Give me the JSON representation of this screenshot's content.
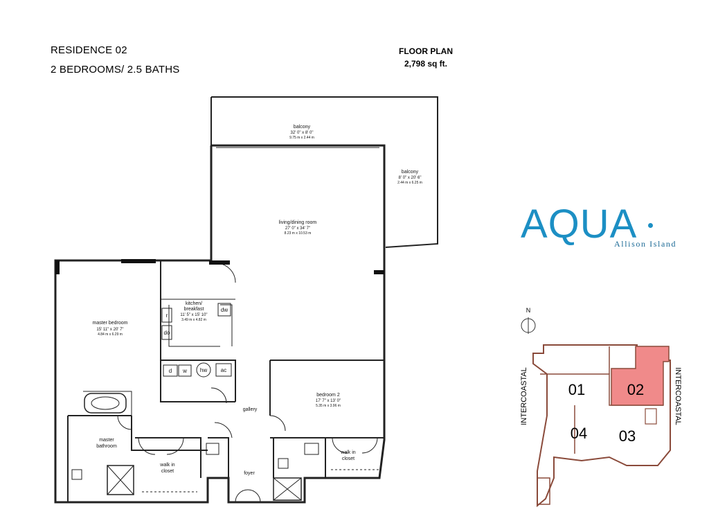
{
  "header": {
    "residence": "RESIDENCE 02",
    "bedrooms": "2 BEDROOMS/ 2.5 BATHS",
    "floor_plan": "FLOOR PLAN",
    "sqft": "2,798 sq ft."
  },
  "rooms": {
    "balcony_top": {
      "name": "balcony",
      "dim": "32' 0\" x 8' 0\"",
      "metric": "9.75 m x 2.44 m"
    },
    "balcony_right": {
      "name": "balcony",
      "dim": "8' 0\" x 20' 6\"",
      "metric": "2.44 m x 6.25 m"
    },
    "living": {
      "name": "living/dining room",
      "dim": "27' 0\" x 34' 7\"",
      "metric": "8.23 m x 10.53 m"
    },
    "kitchen": {
      "name1": "kitchen/",
      "name2": "breakfast",
      "dim": "11' 5\" x 15' 10\"",
      "metric": "3.49 m x 4.82 m"
    },
    "master_bedroom": {
      "name": "master bedroom",
      "dim": "15' 11\" x 20' 7\"",
      "metric": "4.84 m x 6.29 m"
    },
    "bedroom2": {
      "name": "bedroom 2",
      "dim": "17' 7\" x 13' 0\"",
      "metric": "5.35 m x 3.96 m"
    },
    "master_bath": {
      "name1": "master",
      "name2": "bathroom"
    },
    "walk_in_left": {
      "name1": "walk in",
      "name2": "closet"
    },
    "walk_in_right": {
      "name1": "walk in",
      "name2": "closet"
    },
    "gallery": "gallery",
    "foyer": "foyer"
  },
  "appliances": {
    "r": "r",
    "do": "do",
    "dw": "dw",
    "d": "d",
    "w": "w",
    "hw": "hw",
    "ac": "ac"
  },
  "logo": {
    "word": "AQUA",
    "sub": "Allison Island",
    "color": "#1c8fc4"
  },
  "keyplan": {
    "north": "N",
    "left_label": "INTERCOASTAL",
    "right_label": "INTERCOASTAL",
    "units": [
      "01",
      "02",
      "03",
      "04"
    ],
    "highlight_color": "#f08a8a",
    "building_color": "#8a4a3a"
  }
}
